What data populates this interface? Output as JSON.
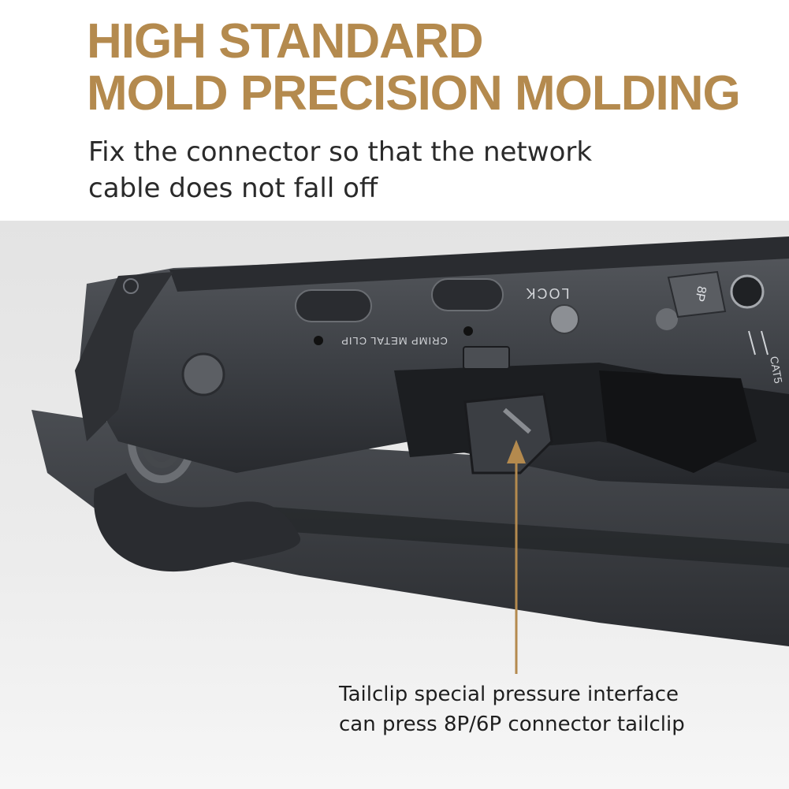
{
  "headline": {
    "line1": "HIGH STANDARD",
    "line2": "MOLD PRECISION MOLDING"
  },
  "subheadline": {
    "line1": "Fix the connector so that the network",
    "line2": "cable does not fall off"
  },
  "tool_labels": {
    "crimp": "CRIMP METAL CLIP",
    "lock": "LOCK",
    "size": "8P",
    "cat": "CAT5"
  },
  "callout": {
    "line1": "Tailclip special pressure interface",
    "line2": "can press 8P/6P connector tailclip"
  },
  "colors": {
    "accent": "#b48a4e",
    "tool_body": "#3a3c40",
    "tool_dark": "#1f2124",
    "background": "#ffffff"
  }
}
